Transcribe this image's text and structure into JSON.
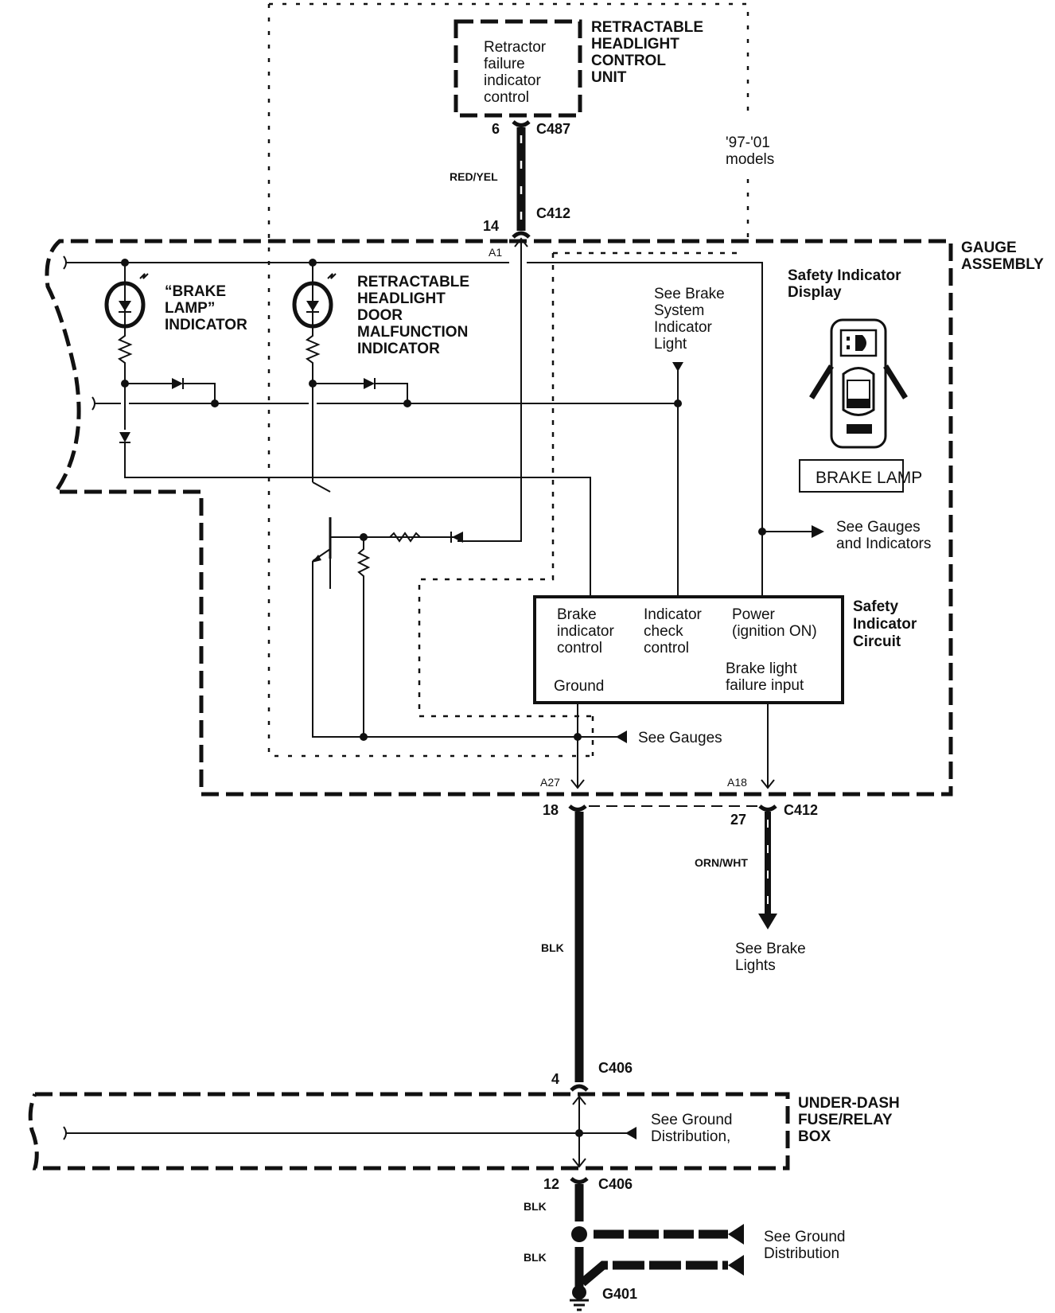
{
  "components": {
    "headlight_control_unit": {
      "title": [
        "RETRACTABLE",
        "HEADLIGHT",
        "CONTROL",
        "UNIT"
      ],
      "inner_label": [
        "Retractor",
        "failure",
        "indicator",
        "control"
      ]
    },
    "model_note": [
      "'97-'01",
      "models"
    ],
    "gauge_assembly": {
      "title": [
        "GAUGE",
        "ASSEMBLY"
      ]
    },
    "brake_lamp_indicator": {
      "label": [
        "“BRAKE",
        "LAMP”",
        "INDICATOR"
      ]
    },
    "headlight_door_indicator": {
      "label": [
        "RETRACTABLE",
        "HEADLIGHT",
        "DOOR",
        "MALFUNCTION",
        "INDICATOR"
      ]
    },
    "brake_system_ref": [
      "See Brake",
      "System",
      "Indicator",
      "Light"
    ],
    "safety_indicator_display": {
      "title": [
        "Safety Indicator",
        "Display"
      ],
      "panel_label": "BRAKE LAMP"
    },
    "gauges_indicators_ref": [
      "See  Gauges",
      "and Indicators"
    ],
    "safety_indicator_circuit": {
      "title": [
        "Safety",
        "Indicator",
        "Circuit"
      ],
      "pins": {
        "brake_indicator_control": [
          "Brake",
          "indicator",
          "control"
        ],
        "indicator_check_control": [
          "Indicator",
          "check",
          "control"
        ],
        "power": [
          "Power",
          "(ignition ON)"
        ],
        "ground": "Ground",
        "brake_light_failure": [
          "Brake light",
          "failure input"
        ]
      }
    },
    "see_gauges": "See Gauges",
    "see_brake_lights": [
      "See Brake",
      "Lights"
    ],
    "under_dash_box": {
      "title": [
        "UNDER-DASH",
        "FUSE/RELAY",
        "BOX"
      ]
    },
    "ground_distribution_ref_1": [
      "See Ground",
      "Distribution,"
    ],
    "ground_distribution_ref_2": [
      "See Ground",
      "Distribution"
    ]
  },
  "connectors": {
    "c487": {
      "name": "C487",
      "pin": "6"
    },
    "c412_top": {
      "name": "C412",
      "pin": "14"
    },
    "a1": "A1",
    "a27": "A27",
    "a18": "A18",
    "c412_bottom": {
      "name": "C412",
      "pin_left": "18",
      "pin_right": "27"
    },
    "c406_top": {
      "name": "C406",
      "pin": "4"
    },
    "c406_bottom": {
      "name": "C406",
      "pin": "12"
    },
    "g401": "G401"
  },
  "wires": {
    "red_yel": "RED/YEL",
    "orn_wht": "ORN/WHT",
    "blk_main": "BLK",
    "blk_lower_1": "BLK",
    "blk_lower_2": "BLK"
  }
}
